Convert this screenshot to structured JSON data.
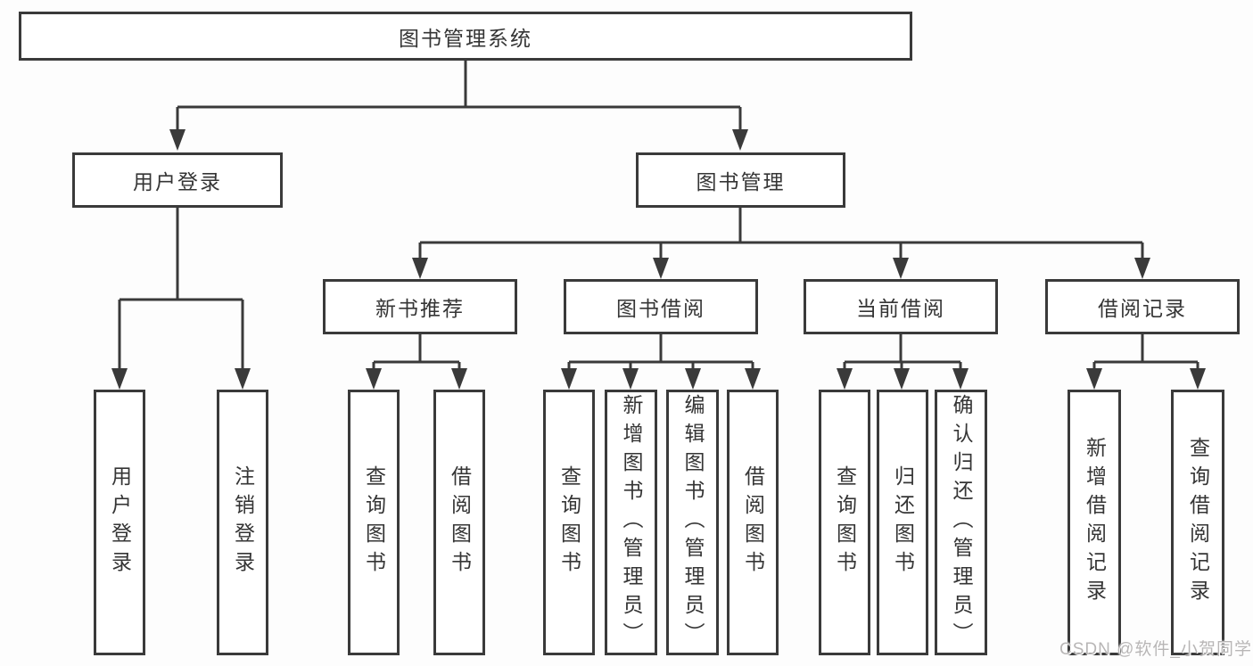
{
  "tree": {
    "root": {
      "label": "图书管理系统"
    },
    "branches": [
      {
        "label": "用户登录",
        "children": [
          {
            "label": "用户登录"
          },
          {
            "label": "注销登录"
          }
        ]
      },
      {
        "label": "图书管理",
        "children": [
          {
            "label": "新书推荐",
            "children": [
              {
                "label": "查询图书"
              },
              {
                "label": "借阅图书"
              }
            ]
          },
          {
            "label": "图书借阅",
            "children": [
              {
                "label": "查询图书"
              },
              {
                "label": "新增图书（管理员）"
              },
              {
                "label": "编辑图书（管理员）"
              },
              {
                "label": "借阅图书"
              }
            ]
          },
          {
            "label": "当前借阅",
            "children": [
              {
                "label": "查询图书"
              },
              {
                "label": "归还图书"
              },
              {
                "label": "确认归还（管理员）"
              }
            ]
          },
          {
            "label": "借阅记录",
            "children": [
              {
                "label": "新增借阅记录"
              },
              {
                "label": "查询借阅记录"
              }
            ]
          }
        ]
      }
    ]
  },
  "watermark": "CSDN @软件_小贺同学",
  "colors": {
    "border": "#3a3a3a",
    "text": "#353535",
    "background": "#fdfdfd",
    "watermark": "#b8b6b6"
  }
}
